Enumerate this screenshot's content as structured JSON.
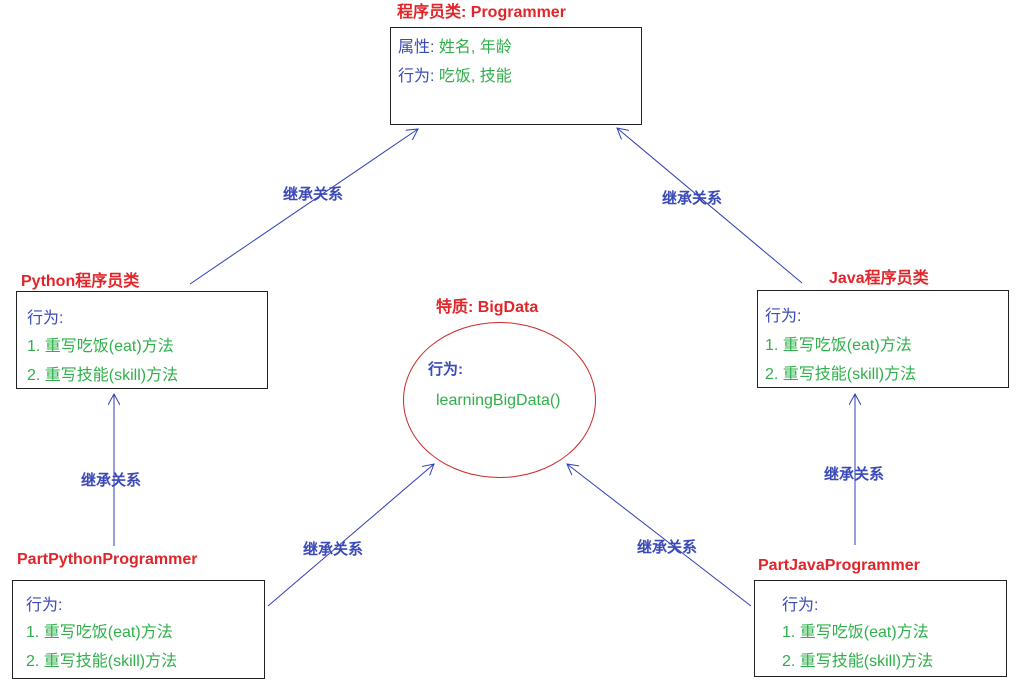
{
  "programmer": {
    "title": "程序员类: Programmer",
    "attr_key": "属性:",
    "attr_val": "姓名, 年龄",
    "behavior_key": "行为:",
    "behavior_val": "吃饭, 技能"
  },
  "python": {
    "title": "Python程序员类",
    "behavior_key": "行为:",
    "item1": "1. 重写吃饭(eat)方法",
    "item2": "2. 重写技能(skill)方法"
  },
  "java": {
    "title": "Java程序员类",
    "behavior_key": "行为:",
    "item1": "1. 重写吃饭(eat)方法",
    "item2": "2. 重写技能(skill)方法"
  },
  "trait": {
    "title": "特质: BigData",
    "behavior_key": "行为:",
    "method": "learningBigData()"
  },
  "part_python": {
    "title": "PartPythonProgrammer",
    "behavior_key": "行为:",
    "item1": "1. 重写吃饭(eat)方法",
    "item2": "2. 重写技能(skill)方法"
  },
  "part_java": {
    "title": "PartJavaProgrammer",
    "behavior_key": "行为:",
    "item1": "1. 重写吃饭(eat)方法",
    "item2": "2. 重写技能(skill)方法"
  },
  "relations": {
    "inherit": "继承关系"
  },
  "colors": {
    "title": "#e0262b",
    "label": "#3a49b8",
    "value": "#2fb04a",
    "line": "#2f3fb0",
    "ellipse": "#cc2a2a"
  }
}
